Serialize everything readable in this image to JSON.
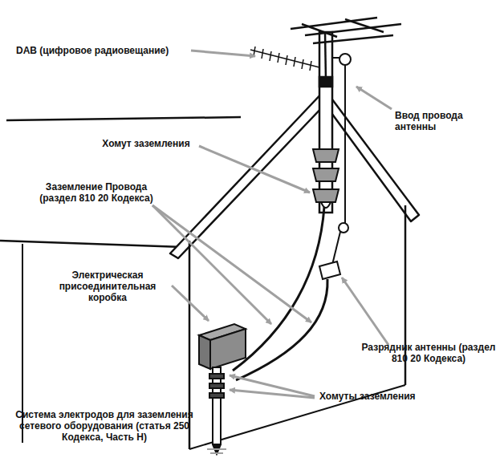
{
  "diagram": {
    "labels": [
      "DAB (цифровое радиовещание)",
      "Ввод провода антенны",
      "Хомут заземления",
      "Заземление Провода (раздел 810 20 Кодекса)",
      "Электрическая присоединительная коробка",
      "Разрядник антенны (раздел 810 20 Кодекса)",
      "Хомуты заземления",
      "Система электродов для заземления сетевого оборудования (статья 250 Кодекса, Часть H)"
    ]
  }
}
